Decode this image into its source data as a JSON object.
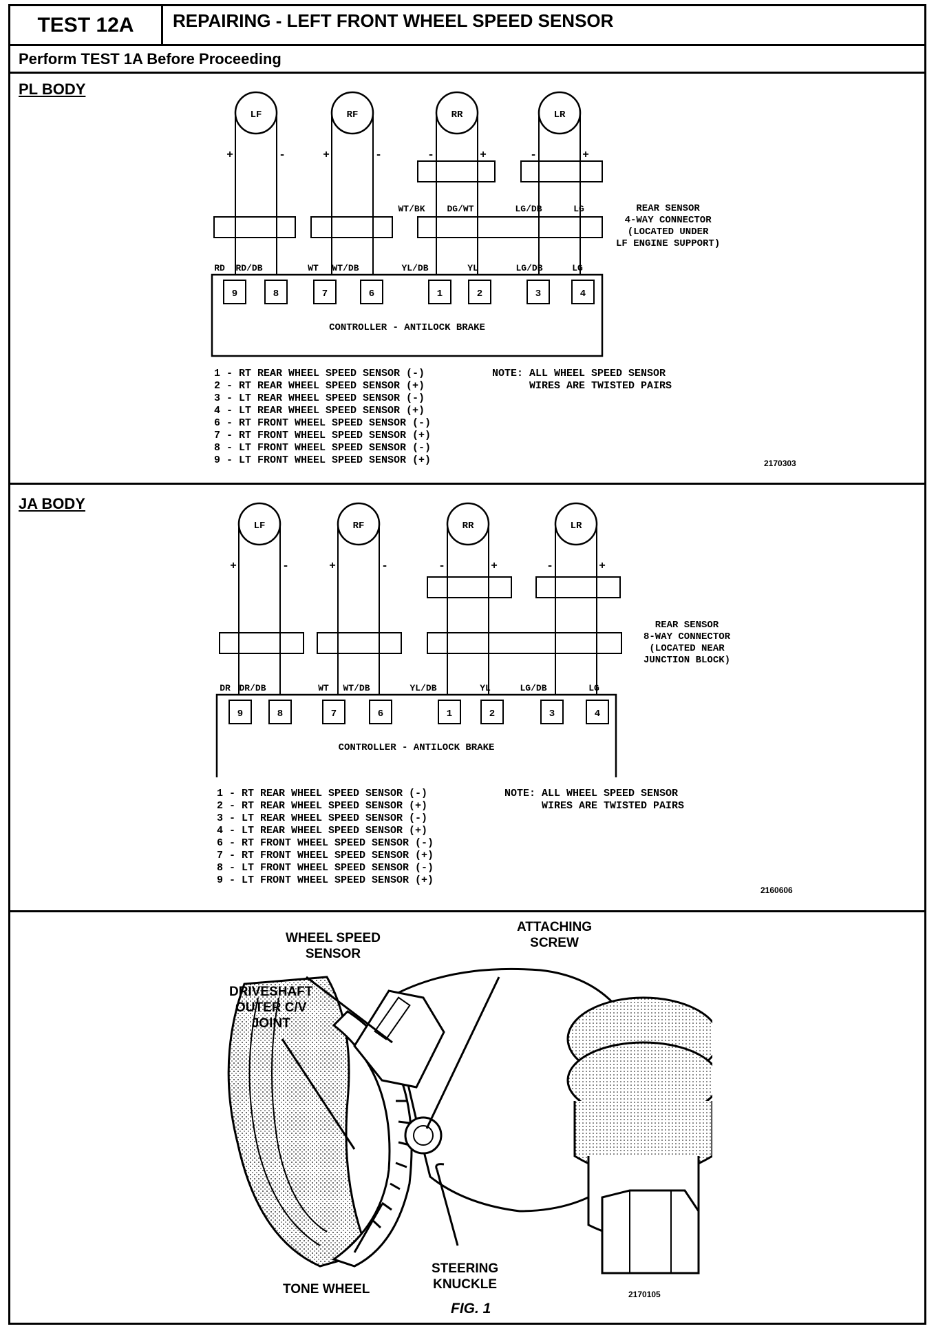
{
  "header": {
    "test_id": "TEST 12A",
    "title": "REPAIRING - LEFT FRONT WHEEL SPEED SENSOR",
    "prerequisite": "Perform TEST 1A Before Proceeding"
  },
  "pl_body": {
    "label": "PL BODY",
    "sensors": [
      "LF",
      "RF",
      "RR",
      "LR"
    ],
    "connector_wires_top": [
      "WT/BK",
      "DG/WT",
      "LG/DB",
      "LG"
    ],
    "wire_labels": [
      "RD",
      "RD/DB",
      "WT",
      "WT/DB",
      "YL/DB",
      "YL",
      "LG/DB",
      "LG"
    ],
    "pins": [
      "9",
      "8",
      "7",
      "6",
      "1",
      "2",
      "3",
      "4"
    ],
    "controller_label": "CONTROLLER - ANTILOCK BRAKE",
    "connector_note": "REAR SENSOR\n4-WAY CONNECTOR\n(LOCATED UNDER\nLF ENGINE SUPPORT)",
    "legend": "1 - RT REAR WHEEL SPEED SENSOR (-)\n2 - RT REAR WHEEL SPEED SENSOR (+)\n3 - LT REAR WHEEL SPEED SENSOR (-)\n4 - LT REAR WHEEL SPEED SENSOR (+)\n6 - RT FRONT WHEEL SPEED SENSOR (-)\n7 - RT FRONT WHEEL SPEED SENSOR (+)\n8 - LT FRONT WHEEL SPEED SENSOR (-)\n9 - LT FRONT WHEEL SPEED SENSOR (+)",
    "note": "NOTE: ALL WHEEL SPEED SENSOR\n      WIRES ARE TWISTED PAIRS",
    "figure_number": "2170303"
  },
  "ja_body": {
    "label": "JA BODY",
    "sensors": [
      "LF",
      "RF",
      "RR",
      "LR"
    ],
    "wire_labels": [
      "DR",
      "DR/DB",
      "WT",
      "WT/DB",
      "YL/DB",
      "YL",
      "LG/DB",
      "LG"
    ],
    "pins": [
      "9",
      "8",
      "7",
      "6",
      "1",
      "2",
      "3",
      "4"
    ],
    "controller_label": "CONTROLLER - ANTILOCK BRAKE",
    "connector_note": "REAR SENSOR\n8-WAY CONNECTOR\n(LOCATED NEAR\nJUNCTION BLOCK)",
    "legend": "1 - RT REAR WHEEL SPEED SENSOR (-)\n2 - RT REAR WHEEL SPEED SENSOR (+)\n3 - LT REAR WHEEL SPEED SENSOR (-)\n4 - LT REAR WHEEL SPEED SENSOR (+)\n6 - RT FRONT WHEEL SPEED SENSOR (-)\n7 - RT FRONT WHEEL SPEED SENSOR (+)\n8 - LT FRONT WHEEL SPEED SENSOR (-)\n9 - LT FRONT WHEEL SPEED SENSOR (+)",
    "note": "NOTE: ALL WHEEL SPEED SENSOR\n      WIRES ARE TWISTED PAIRS",
    "figure_number": "2160606"
  },
  "figure1": {
    "callouts": {
      "wheel_speed_sensor": "WHEEL SPEED\nSENSOR",
      "attaching_screw": "ATTACHING\nSCREW",
      "driveshaft": "DRIVESHAFT\nOUTER C/V\nJOINT",
      "steering_knuckle": "STEERING\nKNUCKLE",
      "tone_wheel": "TONE WHEEL"
    },
    "figure_number": "2170105",
    "caption": "FIG. 1"
  },
  "signs": {
    "plus": "+",
    "minus": "-"
  }
}
